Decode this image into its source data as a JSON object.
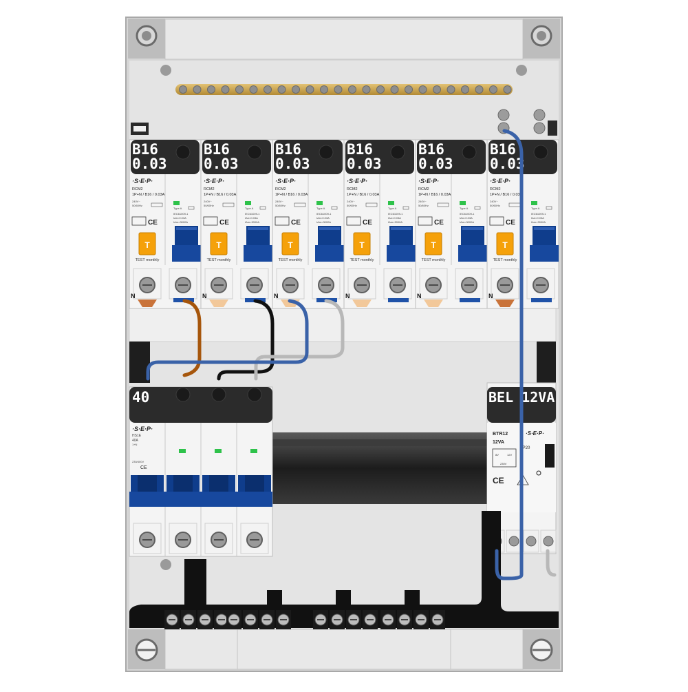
{
  "rcbos": [
    {
      "rating": "B16",
      "sensitivity": "0.03",
      "brand": "·S·E·P·",
      "model": "RCM2",
      "spec": "1P+N / B16 / 0.03A",
      "voltage": "240V~",
      "freq": "50/60Hz",
      "type": "Type A",
      "std": "IEC61009-1",
      "idn": "IΔn=0.03A",
      "icn": "IΔm=3000A",
      "test": "TEST monthly",
      "button": "T"
    },
    {
      "rating": "B16",
      "sensitivity": "0.03",
      "brand": "·S·E·P·",
      "model": "RCM2",
      "spec": "1P+N / B16 / 0.03A",
      "voltage": "240V~",
      "freq": "50/60Hz",
      "type": "Type A",
      "std": "IEC61009-1",
      "idn": "IΔn=0.03A",
      "icn": "IΔm=3000A",
      "test": "TEST monthly",
      "button": "T"
    },
    {
      "rating": "B16",
      "sensitivity": "0.03",
      "brand": "·S·E·P·",
      "model": "RCM2",
      "spec": "1P+N / B16 / 0.03A",
      "voltage": "240V~",
      "freq": "50/60Hz",
      "type": "Type A",
      "std": "IEC61009-1",
      "idn": "IΔn=0.03A",
      "icn": "IΔm=3000A",
      "test": "TEST monthly",
      "button": "T"
    },
    {
      "rating": "B16",
      "sensitivity": "0.03",
      "brand": "·S·E·P·",
      "model": "RCM2",
      "spec": "1P+N / B16 / 0.03A",
      "voltage": "240V~",
      "freq": "50/60Hz",
      "type": "Type A",
      "std": "IEC61009-1",
      "idn": "IΔn=0.03A",
      "icn": "IΔm=3000A",
      "test": "TEST monthly",
      "button": "T"
    },
    {
      "rating": "B16",
      "sensitivity": "0.03",
      "brand": "·S·E·P·",
      "model": "RCM2",
      "spec": "1P+N / B16 / 0.03A",
      "voltage": "240V~",
      "freq": "50/60Hz",
      "type": "Type A",
      "std": "IEC61009-1",
      "idn": "IΔn=0.03A",
      "icn": "IΔm=3000A",
      "test": "TEST monthly",
      "button": "T"
    },
    {
      "rating": "B16",
      "sensitivity": "0.03",
      "brand": "·S·E·P·",
      "model": "RCM2",
      "spec": "1P+N / B16 / 0.03A",
      "voltage": "240V~",
      "freq": "50/60Hz",
      "type": "Type A",
      "std": "IEC61009-1",
      "idn": "IΔn=0.03A",
      "icn": "IΔm=3000A",
      "test": "TEST monthly",
      "button": "T"
    }
  ],
  "neutral_mark": "N",
  "main_switch": {
    "label": "40",
    "brand": "·S·E·P·",
    "model": "HS1E",
    "rating": "40A",
    "poles": "1+N",
    "voltage": "230/400V",
    "marks": "CE"
  },
  "transformer": {
    "label": "BEL 12VA",
    "model": "BTR12",
    "power": "12VA",
    "brand": "·S·E·P·",
    "code": "IP20",
    "out1": "8V",
    "out2": "12V",
    "input": "230V",
    "marks": "CE"
  },
  "colors": {
    "panel": "#e0e0e0",
    "label_bg": "#2b2b2b",
    "breaker_blue": "#0f3d8c",
    "test_button": "#f5a10a",
    "indicator": "#2ec24a",
    "wire_blue": "#3a62a8",
    "wire_brown": "#a6560c",
    "wire_black": "#111111",
    "wire_grey": "#b3b3b3",
    "busbar": "#c9a24a"
  }
}
